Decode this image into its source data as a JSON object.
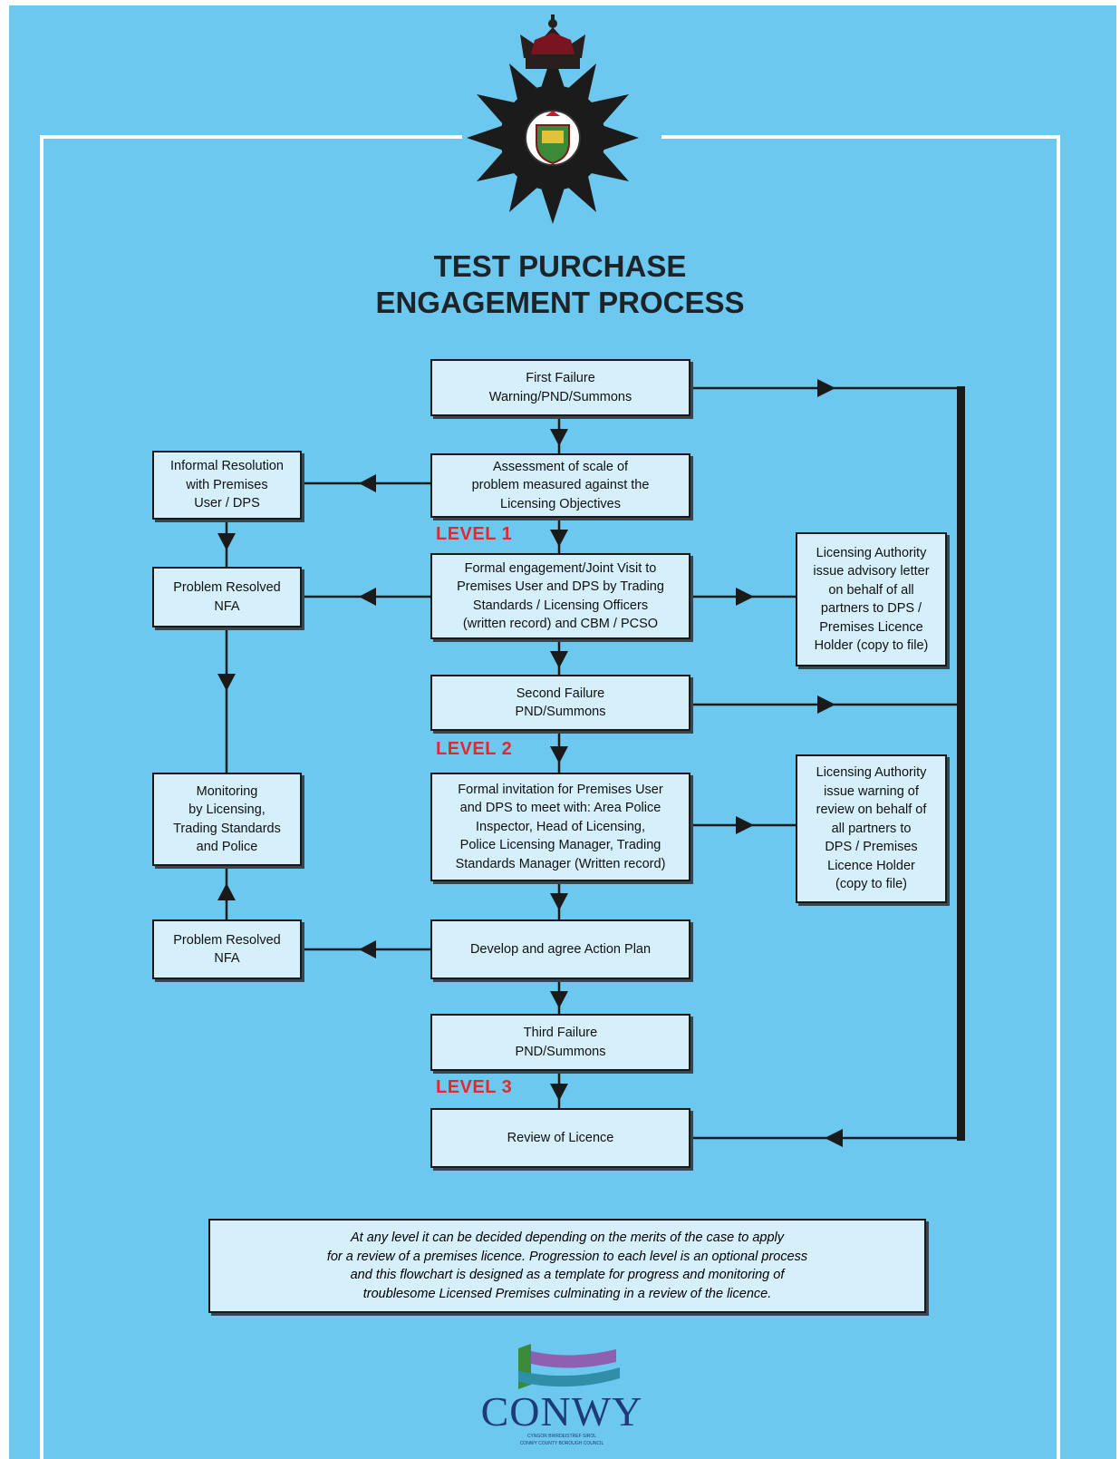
{
  "title": {
    "line1": "TEST PURCHASE",
    "line2": "ENGAGEMENT PROCESS"
  },
  "levels": {
    "level1": "LEVEL 1",
    "level2": "LEVEL 2",
    "level3": "LEVEL 3"
  },
  "boxes": {
    "first_failure": "First Failure\nWarning/PND/Summons",
    "assessment": "Assessment of scale of\nproblem measured against the\nLicensing Objectives",
    "informal_resolution": "Informal Resolution\nwith Premises\nUser / DPS",
    "formal_engagement": "Formal engagement/Joint Visit to\nPremises User and DPS by Trading\nStandards / Licensing Officers\n(written record) and CBM / PCSO",
    "problem_resolved_1": "Problem Resolved\nNFA",
    "advisory_letter": "Licensing Authority\nissue advisory letter\non behalf of all\npartners to DPS /\nPremises Licence\nHolder (copy to file)",
    "second_failure": "Second Failure\nPND/Summons",
    "formal_invitation": "Formal invitation for Premises User\nand DPS to meet with: Area Police\nInspector,  Head of Licensing,\nPolice Licensing Manager, Trading\nStandards Manager (Written record)",
    "monitoring": "Monitoring\nby Licensing,\nTrading Standards\nand Police",
    "review_warning": "Licensing Authority\nissue warning of\nreview on behalf of\nall partners to\nDPS / Premises\nLicence Holder\n(copy to file)",
    "action_plan": "Develop and agree Action Plan",
    "problem_resolved_2": "Problem Resolved\nNFA",
    "third_failure": "Third Failure\nPND/Summons",
    "review_of_licence": "Review of Licence"
  },
  "footnote": "At any level it can be decided depending on the merits of the case to apply\nfor a review of a premises licence. Progression to each level is an optional process\nand this flowchart is designed as a template for progress and monitoring of\ntroublesome Licensed Premises culminating in a review of the licence.",
  "logo": {
    "name": "CONWY",
    "subtitle_welsh": "CYNGOR BWRDEISTREF SIROL",
    "subtitle_english": "CONWY COUNTY BOROUGH COUNCIL"
  },
  "colors": {
    "background": "#6cc8ee",
    "box_fill": "#d5effb",
    "level_text": "#e8262e",
    "lines": "#1a1a1a",
    "title": "#1e2328"
  }
}
